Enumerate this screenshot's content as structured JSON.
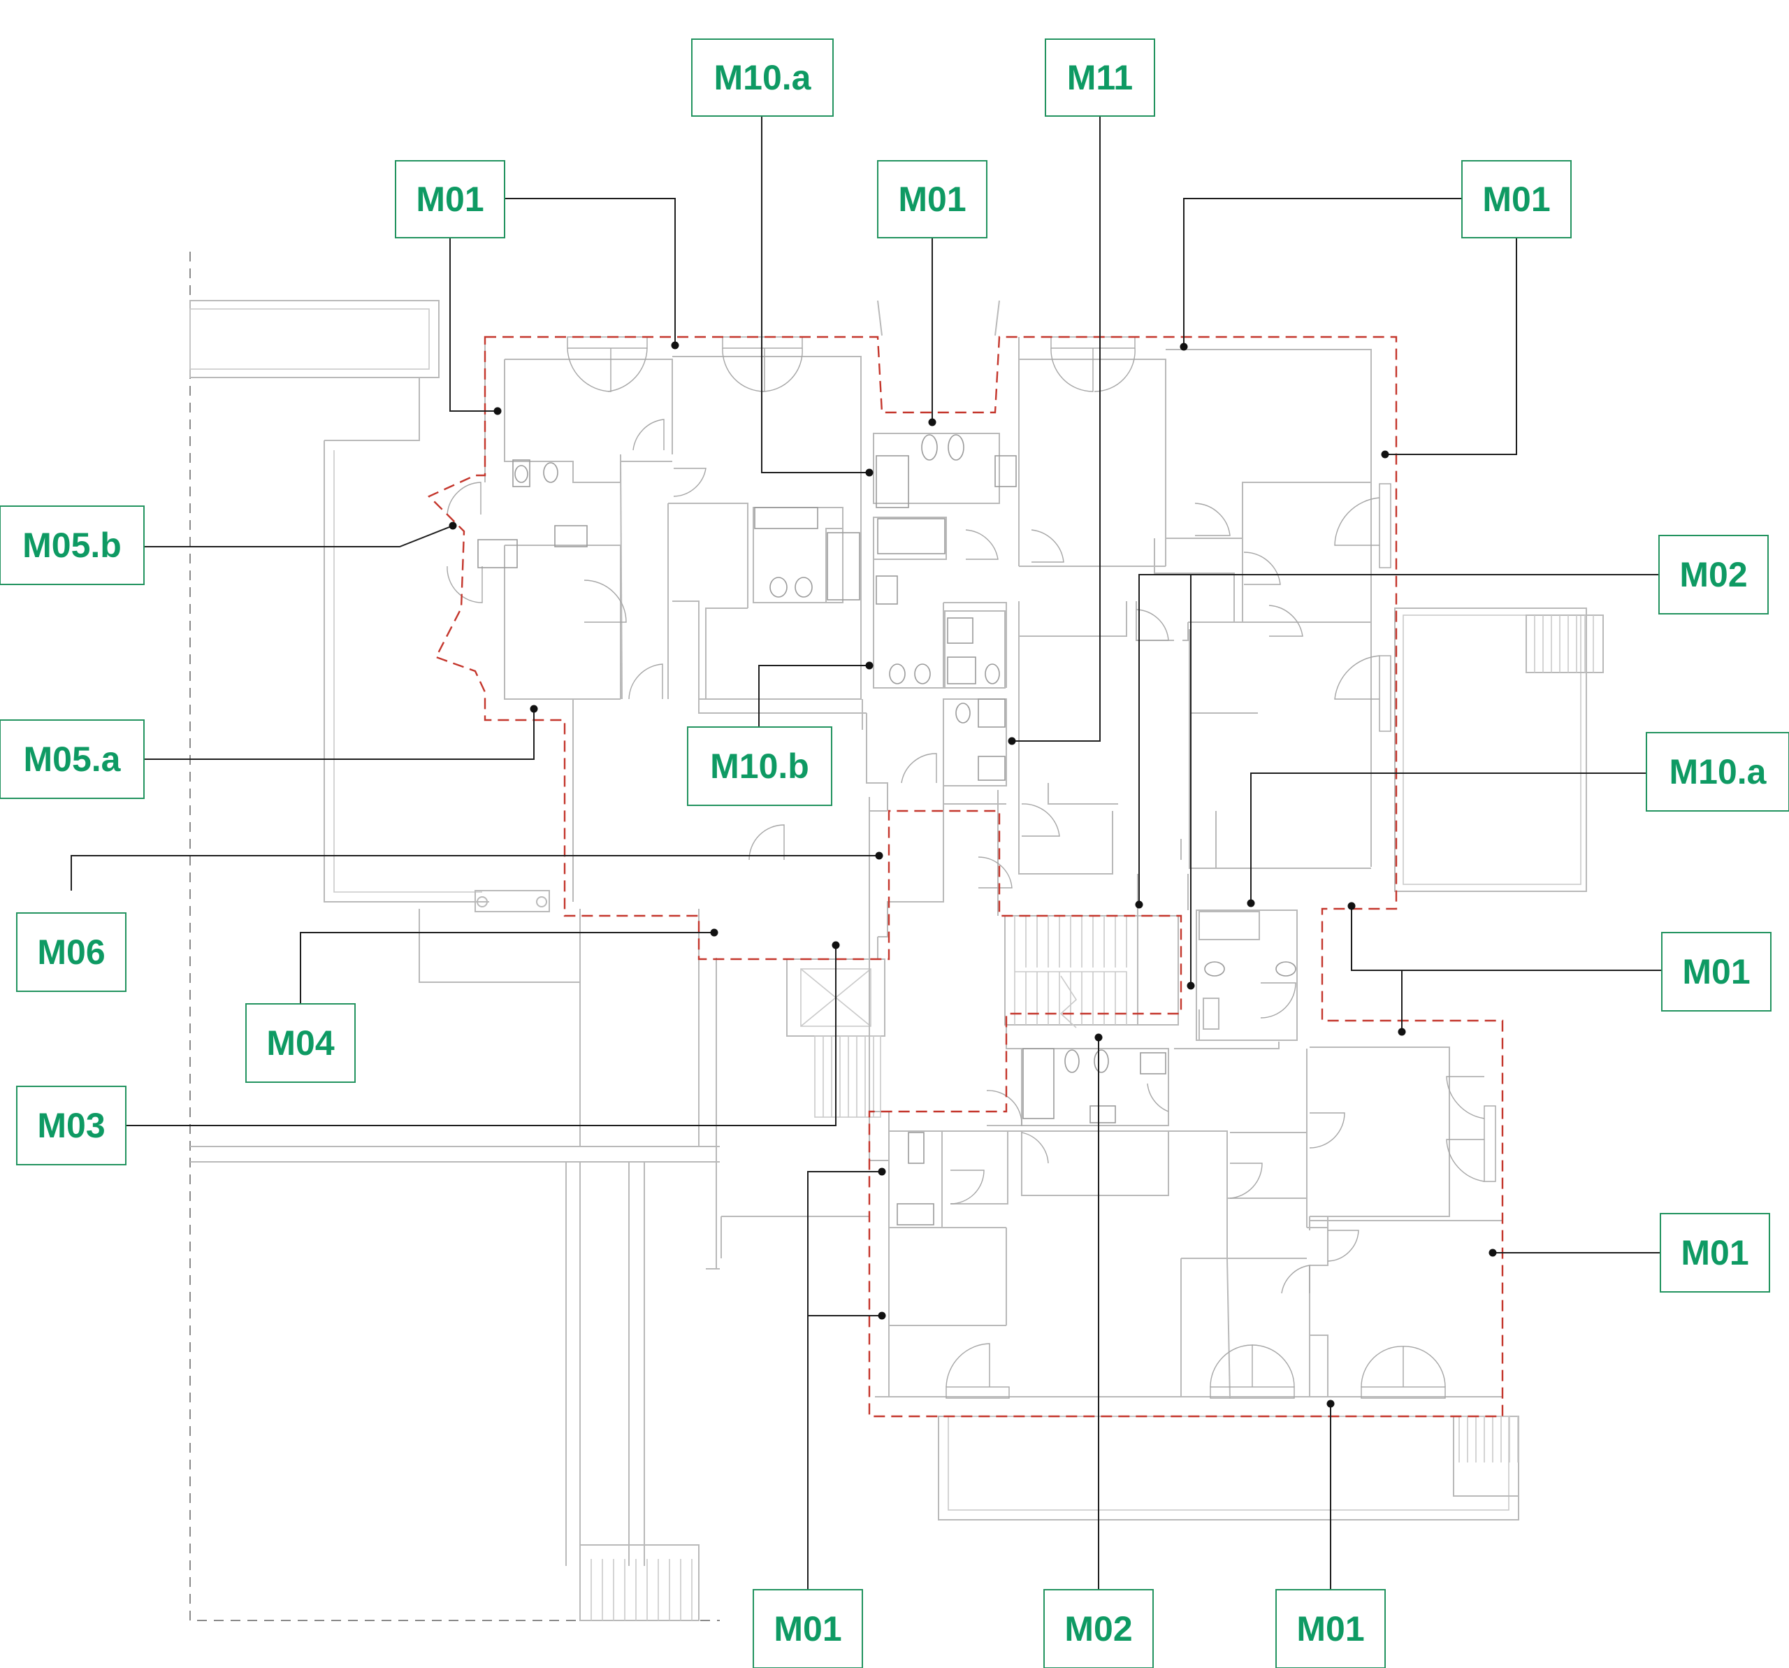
{
  "colors": {
    "tag_text": "#0e9a63",
    "tag_border": "#22935f",
    "boundary": "#c4362c",
    "leader": "#1e1e1e",
    "walls": "#b9b9b9"
  },
  "tags": [
    {
      "label": "M10.a"
    },
    {
      "label": "M11"
    },
    {
      "label": "M01"
    },
    {
      "label": "M01"
    },
    {
      "label": "M01"
    },
    {
      "label": "M05.b"
    },
    {
      "label": "M02"
    },
    {
      "label": "M05.a"
    },
    {
      "label": "M10.b"
    },
    {
      "label": "M10.a"
    },
    {
      "label": "M06"
    },
    {
      "label": "M01"
    },
    {
      "label": "M04"
    },
    {
      "label": "M03"
    },
    {
      "label": "M01"
    },
    {
      "label": "M01"
    },
    {
      "label": "M02"
    },
    {
      "label": "M01"
    }
  ]
}
